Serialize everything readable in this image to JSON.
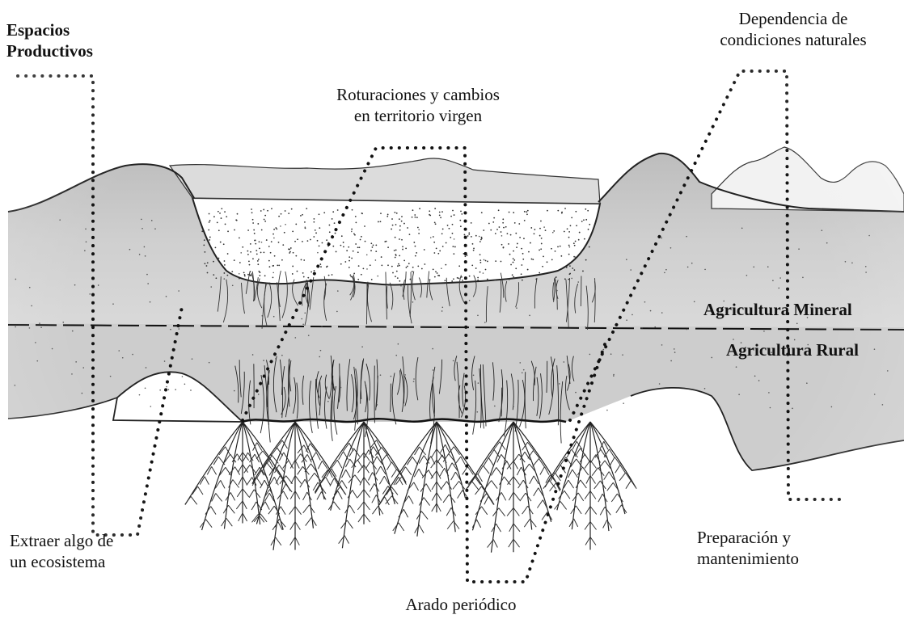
{
  "diagram": {
    "labels": {
      "espacios_productivos": "Espacios\nProductivos",
      "dependencia": "Dependencia de\ncondiciones naturales",
      "roturaciones": "Roturaciones y cambios\nen territorio virgen",
      "agricultura_mineral": "Agricultura Mineral",
      "agricultura_rural": "Agricultura Rural",
      "extraer": "Extraer algo de\nun ecosistema",
      "preparacion": "Preparación y\nmantenimiento",
      "arado": "Arado periódico"
    },
    "colors": {
      "ink": "#111111",
      "soil": "#c8c8c8",
      "soil_dark": "#9e9e9e",
      "background": "#ffffff"
    }
  }
}
